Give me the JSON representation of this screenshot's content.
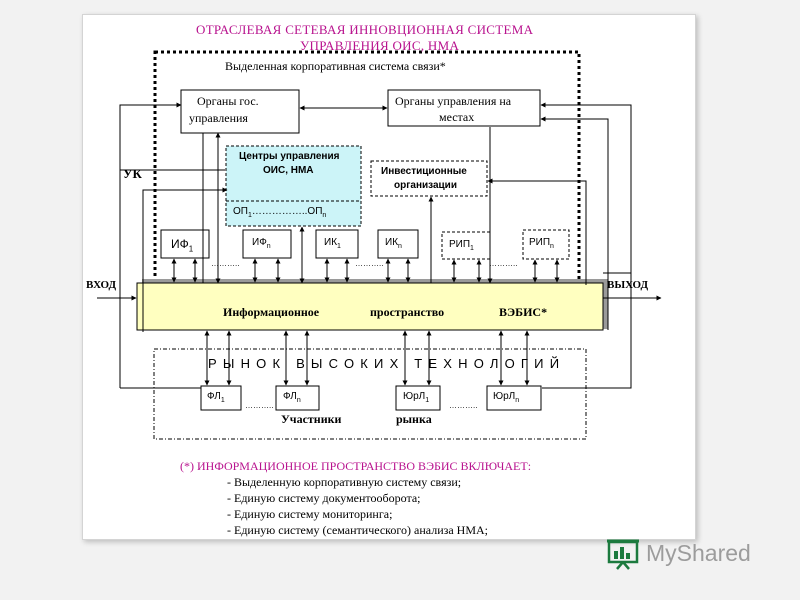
{
  "title": {
    "line1": "ОТРАСЛЕВАЯ СЕТЕВАЯ ИННОВЦИОННАЯ СИСТЕМА",
    "line2": "УПРАВЛЕНИЯ ОИС, НМА"
  },
  "corporate_system": "Выделенная корпоративная система связи*",
  "boxes": {
    "gov_line1": "Органы гос.",
    "gov_line2": "управления",
    "local_line1": "Органы управления на",
    "local_line2": "местах",
    "centers_line1": "Центры управления",
    "centers_line2": "ОИС, НМА",
    "op_left": "ОП",
    "op_dots": "……………..ОП",
    "op_sub": "1",
    "op_sub2": "n",
    "invest_line1": "Инвестиционные",
    "invest_line2": "организации",
    "if1": "ИФ",
    "ifn": "ИФ",
    "ik1": "ИК",
    "ikn": "ИК",
    "rip1": "РИП",
    "ripn": "РИП",
    "sub1": "1",
    "subn": "n"
  },
  "labels": {
    "uk": "УК",
    "input": "ВХОД",
    "output": "ВЫХОД",
    "dots": "……….."
  },
  "info_space": {
    "word1": "Информационное",
    "word2": "пространство",
    "word3": "ВЭБИС*"
  },
  "market": {
    "title": "РЫНОК ВЫСОКИХ ТЕХНОЛОГИЙ",
    "fl": "ФЛ",
    "url": "ЮрЛ",
    "participants": "Участники",
    "market_word": "рынка"
  },
  "footnote": {
    "heading": "(*) ИНФОРМАЦИОННОЕ ПРОСТРАНСТВО ВЭБИС ВКЛЮЧАЕТ:",
    "items": [
      "- Выделенную корпоративную систему связи;",
      "- Единую систему документооборота;",
      "- Единую систему мониторинга;",
      "- Единую систему (семантического) анализа НМА;"
    ]
  },
  "logo": {
    "text": "MyShared",
    "icon": "presentation-board-icon"
  },
  "colors": {
    "title": "#b8128e",
    "info_space_fill": "#ffffc0",
    "centers_fill": "#ccf4f8",
    "border": "#000000"
  }
}
